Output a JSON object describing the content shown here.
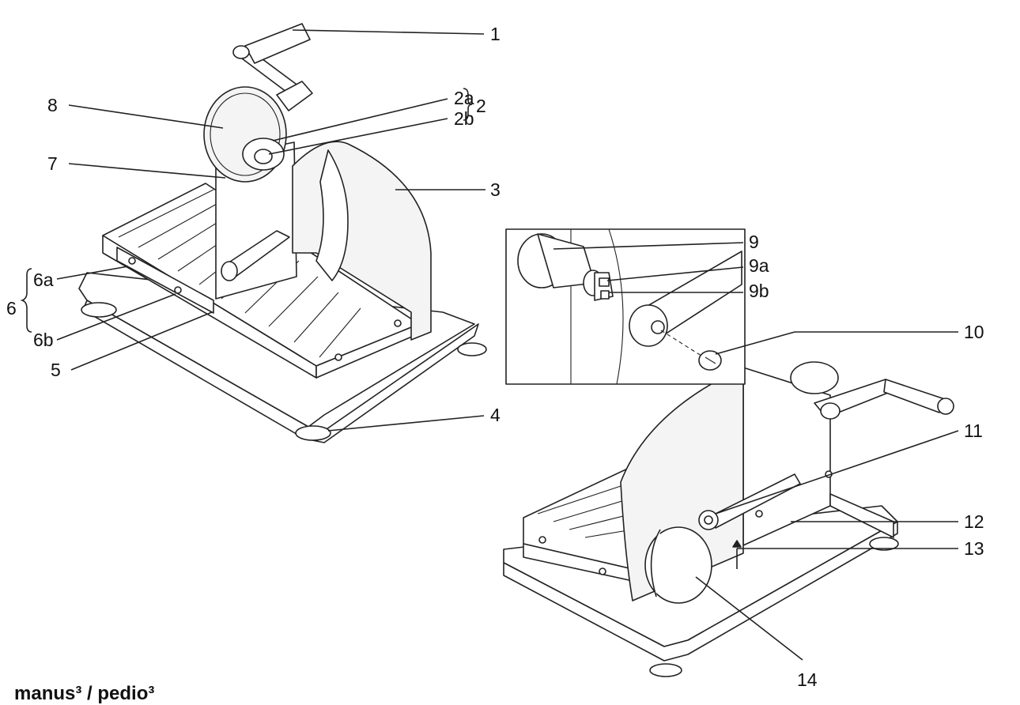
{
  "caption": {
    "title": "manus³ / pedio³"
  },
  "labels": {
    "l1": "1",
    "l2": "2",
    "l2a": "2a",
    "l2b": "2b",
    "l3": "3",
    "l4": "4",
    "l5": "5",
    "l6": "6",
    "l6a": "6a",
    "l6b": "6b",
    "l7": "7",
    "l8": "8",
    "l9": "9",
    "l9a": "9a",
    "l9b": "9b",
    "l10": "10",
    "l11": "11",
    "l12": "12",
    "l13": "13",
    "l14": "14"
  },
  "colors": {
    "line": "#222222",
    "background": "#ffffff"
  }
}
